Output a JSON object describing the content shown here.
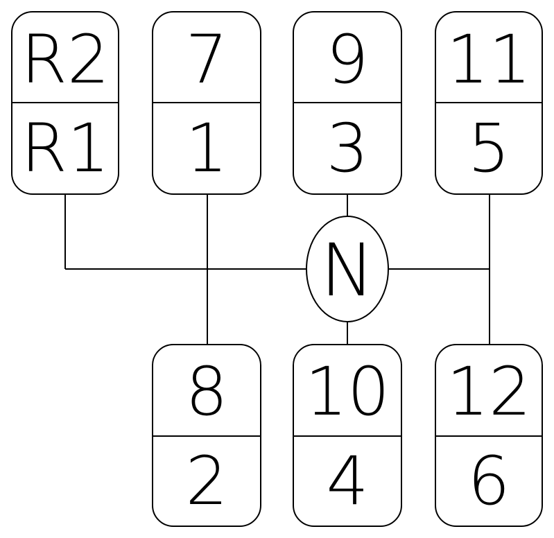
{
  "diagram": {
    "neutral": {
      "label": "N"
    },
    "gates": [
      {
        "top": "R2",
        "bottom": "R1"
      },
      {
        "top": "7",
        "bottom": "1"
      },
      {
        "top": "9",
        "bottom": "3"
      },
      {
        "top": "11",
        "bottom": "5"
      },
      {
        "top": "8",
        "bottom": "2"
      },
      {
        "top": "10",
        "bottom": "4"
      },
      {
        "top": "12",
        "bottom": "6"
      }
    ]
  },
  "colors": {
    "stroke": "#000000",
    "background": "#ffffff"
  }
}
